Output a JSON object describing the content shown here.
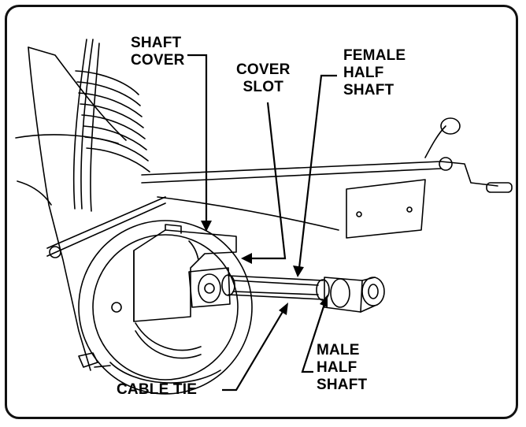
{
  "labels": {
    "shaft_cover": [
      "SHAFT",
      "COVER"
    ],
    "cover_slot": [
      "COVER",
      "SLOT"
    ],
    "female_half_shaft": [
      "FEMALE",
      "HALF",
      "SHAFT"
    ],
    "male_half_shaft": [
      "MALE",
      "HALF",
      "SHAFT"
    ],
    "cable_tie": "CABLE TIE"
  },
  "colors": {
    "line": "#000000",
    "background": "#ffffff"
  }
}
